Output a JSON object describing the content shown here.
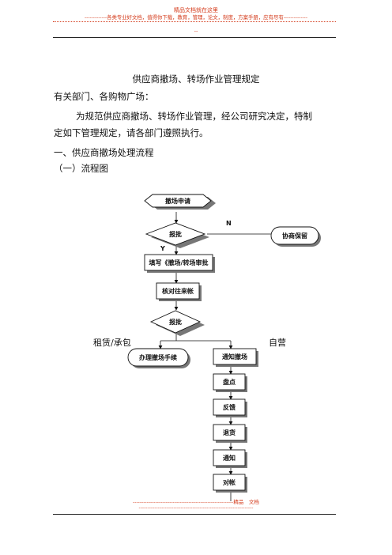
{
  "header": {
    "line1": "精品文档就在这里",
    "line2": "-------------各类专业好文档，值得你下载，教育，管理，论文，制度，方案手册，应有尽有--------------",
    "line3": "--"
  },
  "document": {
    "title": "供应商撤场、转场作业管理规定",
    "recipients": "有关部门、各购物广场：",
    "intro_line1": "为规范供应商撤场、转场作业管理，经公司研究决定，特制",
    "intro_line2": "定如下管理规定，请各部门遵照执行。",
    "section1": "一、供应商撤场处理流程",
    "subsection1": "（一）流程图"
  },
  "flowchart": {
    "start": "撤场申请",
    "approve1": "报批",
    "no_label": "N",
    "yes_label": "Y",
    "negotiate": "协商保留",
    "fill_form": "填写《撤场/转场审批",
    "verify": "核对往来帐",
    "approve2": "报批",
    "branch_left": "租赁/承包",
    "branch_right": "自营",
    "left_box": "办理撤场手续",
    "right_steps": [
      "通知撤场",
      "盘点",
      "反馈",
      "退货",
      "通知",
      "对帐"
    ]
  },
  "footer": {
    "line1": "----------------------------------------------------------精品　文档",
    "line2": "------------------------------------------------------------------"
  }
}
